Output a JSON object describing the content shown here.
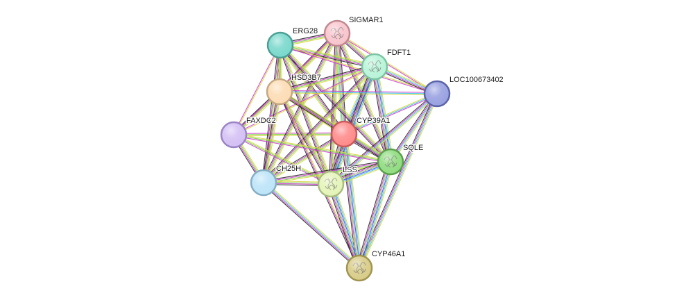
{
  "network": {
    "center_protein": "CYP39A1",
    "edge_colors": [
      "#d8d840",
      "#40c8e8",
      "#4a4aff",
      "#80d050",
      "#d040d0",
      "#202020"
    ],
    "nodes": [
      {
        "id": "CYP39A1",
        "label": "CYP39A1",
        "fill": "#ff8a8a",
        "stroke": "#c85a5a",
        "has_structure": false
      },
      {
        "id": "SIGMAR1",
        "label": "SIGMAR1",
        "fill": "#f8c4cc",
        "stroke": "#c08890",
        "has_structure": true
      },
      {
        "id": "ERG28",
        "label": "ERG28",
        "fill": "#7ad8cc",
        "stroke": "#4a9e94",
        "has_structure": false
      },
      {
        "id": "FDFT1",
        "label": "FDFT1",
        "fill": "#b8f4d8",
        "stroke": "#7cc4a4",
        "has_structure": true
      },
      {
        "id": "LOC100673402",
        "label": "LOC100673402",
        "fill": "#98a0e0",
        "stroke": "#5a62a8",
        "has_structure": false
      },
      {
        "id": "HSD3B7",
        "label": "HSD3B7",
        "fill": "#fcdcb4",
        "stroke": "#c4a882",
        "has_structure": false
      },
      {
        "id": "FAXDC2",
        "label": "FAXDC2",
        "fill": "#d4c0f4",
        "stroke": "#9a84c4",
        "has_structure": false
      },
      {
        "id": "SQLE",
        "label": "SQLE",
        "fill": "#90dc80",
        "stroke": "#5aa04c",
        "has_structure": true
      },
      {
        "id": "CH25H",
        "label": "CH25H",
        "fill": "#bce4f8",
        "stroke": "#84aec4",
        "has_structure": false
      },
      {
        "id": "LSS",
        "label": "LSS",
        "fill": "#e4f4b8",
        "stroke": "#a8bc80",
        "has_structure": true
      },
      {
        "id": "CYP46A1",
        "label": "CYP46A1",
        "fill": "#d8cc88",
        "stroke": "#a09450",
        "has_structure": true
      }
    ],
    "edges": [
      {
        "a": "CYP39A1",
        "b": "SIGMAR1",
        "ev": [
          0,
          1,
          3,
          4,
          5
        ]
      },
      {
        "a": "CYP39A1",
        "b": "ERG28",
        "ev": [
          0,
          3,
          4,
          5
        ]
      },
      {
        "a": "CYP39A1",
        "b": "FDFT1",
        "ev": [
          0,
          1,
          2,
          3,
          4,
          5
        ]
      },
      {
        "a": "CYP39A1",
        "b": "LOC100673402",
        "ev": [
          0,
          1,
          4
        ]
      },
      {
        "a": "CYP39A1",
        "b": "HSD3B7",
        "ev": [
          0,
          3,
          4,
          5
        ]
      },
      {
        "a": "CYP39A1",
        "b": "FAXDC2",
        "ev": [
          0,
          3,
          4
        ]
      },
      {
        "a": "CYP39A1",
        "b": "SQLE",
        "ev": [
          0,
          1,
          3,
          4,
          5
        ]
      },
      {
        "a": "CYP39A1",
        "b": "CH25H",
        "ev": [
          0,
          3,
          4,
          5
        ]
      },
      {
        "a": "CYP39A1",
        "b": "LSS",
        "ev": [
          0,
          1,
          2,
          3,
          4,
          5
        ]
      },
      {
        "a": "CYP39A1",
        "b": "CYP46A1",
        "ev": [
          0,
          1,
          2,
          3,
          4,
          5
        ]
      },
      {
        "a": "SIGMAR1",
        "b": "ERG28",
        "ev": [
          0,
          3,
          4,
          5
        ]
      },
      {
        "a": "SIGMAR1",
        "b": "FDFT1",
        "ev": [
          0,
          3,
          4,
          5
        ]
      },
      {
        "a": "SIGMAR1",
        "b": "LOC100673402",
        "ev": [
          0,
          4
        ]
      },
      {
        "a": "SIGMAR1",
        "b": "HSD3B7",
        "ev": [
          0,
          3,
          4,
          5
        ]
      },
      {
        "a": "SIGMAR1",
        "b": "FAXDC2",
        "ev": [
          0,
          4
        ]
      },
      {
        "a": "SIGMAR1",
        "b": "SQLE",
        "ev": [
          0,
          3,
          4,
          5
        ]
      },
      {
        "a": "SIGMAR1",
        "b": "CH25H",
        "ev": [
          0,
          3,
          4,
          5
        ]
      },
      {
        "a": "SIGMAR1",
        "b": "LSS",
        "ev": [
          0,
          3,
          4,
          5
        ]
      },
      {
        "a": "ERG28",
        "b": "FDFT1",
        "ev": [
          0,
          3,
          4,
          5
        ]
      },
      {
        "a": "ERG28",
        "b": "LOC100673402",
        "ev": [
          0,
          4
        ]
      },
      {
        "a": "ERG28",
        "b": "HSD3B7",
        "ev": [
          0,
          3,
          4,
          5
        ]
      },
      {
        "a": "ERG28",
        "b": "FAXDC2",
        "ev": [
          0,
          4
        ]
      },
      {
        "a": "ERG28",
        "b": "SQLE",
        "ev": [
          0,
          3,
          4,
          5
        ]
      },
      {
        "a": "ERG28",
        "b": "CH25H",
        "ev": [
          0,
          3,
          4,
          5
        ]
      },
      {
        "a": "ERG28",
        "b": "LSS",
        "ev": [
          0,
          3,
          4,
          5
        ]
      },
      {
        "a": "FDFT1",
        "b": "LOC100673402",
        "ev": [
          0,
          1,
          4,
          5
        ]
      },
      {
        "a": "FDFT1",
        "b": "HSD3B7",
        "ev": [
          0,
          3,
          4,
          5
        ]
      },
      {
        "a": "FDFT1",
        "b": "FAXDC2",
        "ev": [
          0,
          4
        ]
      },
      {
        "a": "FDFT1",
        "b": "SQLE",
        "ev": [
          0,
          1,
          2,
          3,
          4,
          5
        ]
      },
      {
        "a": "FDFT1",
        "b": "CH25H",
        "ev": [
          0,
          3,
          4,
          5
        ]
      },
      {
        "a": "FDFT1",
        "b": "LSS",
        "ev": [
          0,
          1,
          2,
          3,
          4,
          5
        ]
      },
      {
        "a": "LOC100673402",
        "b": "HSD3B7",
        "ev": [
          0,
          1,
          4
        ]
      },
      {
        "a": "LOC100673402",
        "b": "SQLE",
        "ev": [
          0,
          1,
          4,
          5
        ]
      },
      {
        "a": "LOC100673402",
        "b": "LSS",
        "ev": [
          0,
          1,
          4,
          5
        ]
      },
      {
        "a": "LOC100673402",
        "b": "CYP46A1",
        "ev": [
          0,
          1,
          4,
          5
        ]
      },
      {
        "a": "HSD3B7",
        "b": "FAXDC2",
        "ev": [
          0,
          3,
          4,
          5
        ]
      },
      {
        "a": "HSD3B7",
        "b": "SQLE",
        "ev": [
          0,
          3,
          4,
          5
        ]
      },
      {
        "a": "HSD3B7",
        "b": "CH25H",
        "ev": [
          0,
          3,
          4,
          5
        ]
      },
      {
        "a": "HSD3B7",
        "b": "LSS",
        "ev": [
          0,
          3,
          4,
          5
        ]
      },
      {
        "a": "HSD3B7",
        "b": "CYP46A1",
        "ev": [
          0,
          4,
          5
        ]
      },
      {
        "a": "FAXDC2",
        "b": "SQLE",
        "ev": [
          0,
          3,
          4
        ]
      },
      {
        "a": "FAXDC2",
        "b": "CH25H",
        "ev": [
          0,
          3,
          4,
          5
        ]
      },
      {
        "a": "FAXDC2",
        "b": "LSS",
        "ev": [
          0,
          3,
          4
        ]
      },
      {
        "a": "SQLE",
        "b": "CH25H",
        "ev": [
          0,
          3,
          4,
          5
        ]
      },
      {
        "a": "SQLE",
        "b": "LSS",
        "ev": [
          0,
          1,
          2,
          3,
          4,
          5
        ]
      },
      {
        "a": "SQLE",
        "b": "CYP46A1",
        "ev": [
          0,
          1,
          2,
          3,
          4,
          5
        ]
      },
      {
        "a": "CH25H",
        "b": "LSS",
        "ev": [
          0,
          3,
          4,
          5
        ]
      },
      {
        "a": "CH25H",
        "b": "CYP46A1",
        "ev": [
          0,
          1,
          4,
          5
        ]
      },
      {
        "a": "LSS",
        "b": "CYP46A1",
        "ev": [
          0,
          1,
          2,
          3,
          4,
          5
        ]
      }
    ]
  }
}
